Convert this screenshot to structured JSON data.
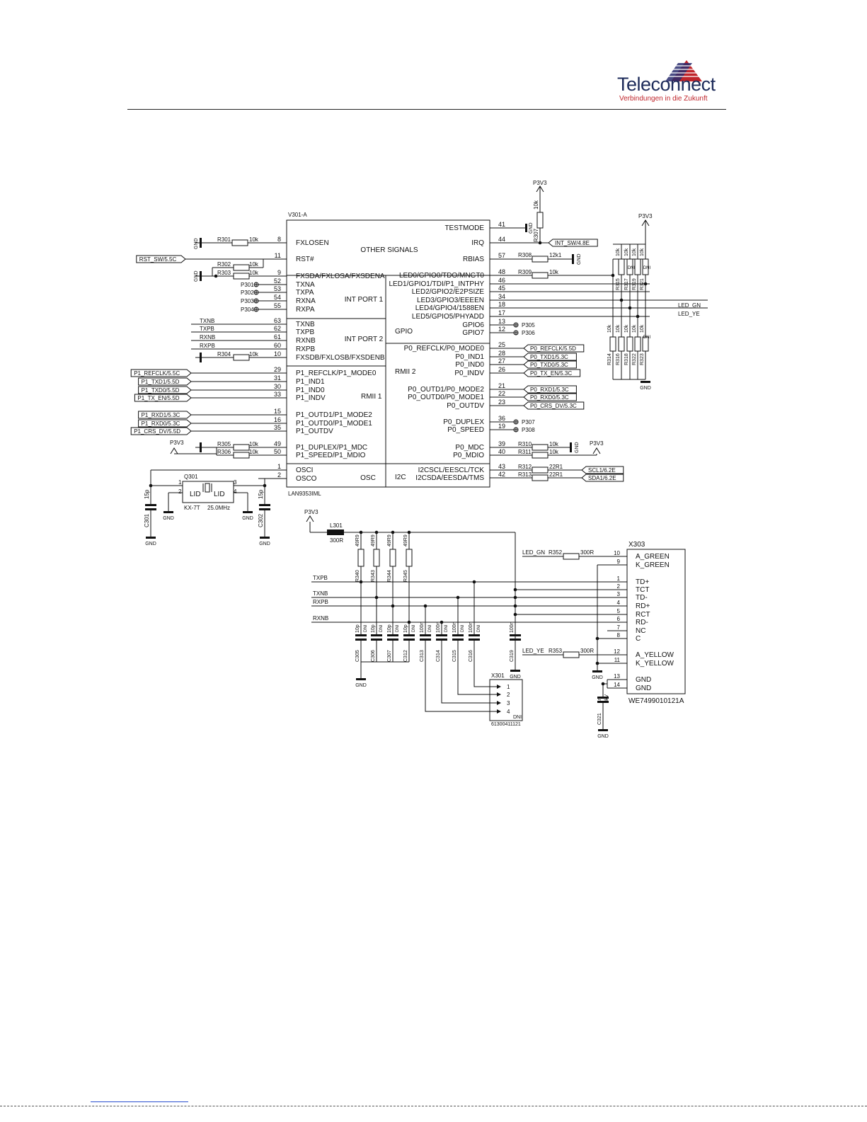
{
  "header": {
    "company": "Teleconnect",
    "tagline": "Verbindungen in die Zukunft"
  },
  "chip": {
    "ref": "V301-A",
    "part": "LAN9353IML",
    "sections": {
      "other": "OTHER SIGNALS",
      "int1": "INT PORT 1",
      "int2": "INT PORT 2",
      "gpio": "GPIO",
      "rmii2": "RMII 2",
      "rmii1": "RMII 1",
      "osc": "OSC",
      "i2c": "I2C"
    },
    "left_pins": [
      {
        "name": "FXLOSEN",
        "num": "8"
      },
      {
        "name": "RST#",
        "num": "11"
      },
      {
        "name": "FXSDA/FXLOSA/FXSDENA",
        "num": "9"
      },
      {
        "name": "TXNA",
        "num": "52"
      },
      {
        "name": "TXPA",
        "num": "53"
      },
      {
        "name": "RXNA",
        "num": "54"
      },
      {
        "name": "RXPA",
        "num": "55"
      },
      {
        "name": "TXNB",
        "num": "63"
      },
      {
        "name": "TXPB",
        "num": "62"
      },
      {
        "name": "RXNB",
        "num": "61"
      },
      {
        "name": "RXPB",
        "num": "60"
      },
      {
        "name": "FXSDB/FXLOSB/FXSDENB",
        "num": "10"
      },
      {
        "name": "P1_REFCLK/P1_MODE0",
        "num": "29"
      },
      {
        "name": "P1_IND1",
        "num": "31"
      },
      {
        "name": "P1_IND0",
        "num": "30"
      },
      {
        "name": "P1_INDV",
        "num": "33"
      },
      {
        "name": "P1_OUTD1/P1_MODE2",
        "num": "15"
      },
      {
        "name": "P1_OUTD0/P1_MODE1",
        "num": "16"
      },
      {
        "name": "P1_OUTDV",
        "num": "35"
      },
      {
        "name": "P1_DUPLEX/P1_MDC",
        "num": "49"
      },
      {
        "name": "P1_SPEED/P1_MDIO",
        "num": "50"
      },
      {
        "name": "OSCI",
        "num": "1"
      },
      {
        "name": "OSCO",
        "num": "2"
      }
    ],
    "right_pins": [
      {
        "name": "TESTMODE",
        "num": "41"
      },
      {
        "name": "IRQ",
        "num": "44"
      },
      {
        "name": "RBIAS",
        "num": "57"
      },
      {
        "name": "LED0/GPIO0/TDO/MNGT0",
        "num": "48"
      },
      {
        "name": "LED1/GPIO1/TDI/P1_INTPHY",
        "num": "46"
      },
      {
        "name": "LED2/GPIO2/E2PSIZE",
        "num": "45"
      },
      {
        "name": "LED3/GPIO3/EEEEN",
        "num": "34"
      },
      {
        "name": "LED4/GPIO4/1588EN",
        "num": "18"
      },
      {
        "name": "LED5/GPIO5/PHYADD",
        "num": "17"
      },
      {
        "name": "GPIO6",
        "num": "13"
      },
      {
        "name": "GPIO7",
        "num": "12"
      },
      {
        "name": "P0_REFCLK/P0_MODE0",
        "num": "25"
      },
      {
        "name": "P0_IND1",
        "num": "28"
      },
      {
        "name": "P0_IND0",
        "num": "27"
      },
      {
        "name": "P0_INDV",
        "num": "26"
      },
      {
        "name": "P0_OUTD1/P0_MODE2",
        "num": "21"
      },
      {
        "name": "P0_OUTD0/P0_MODE1",
        "num": "22"
      },
      {
        "name": "P0_OUTDV",
        "num": "23"
      },
      {
        "name": "P0_DUPLEX",
        "num": "36"
      },
      {
        "name": "P0_SPEED",
        "num": "19"
      },
      {
        "name": "P0_MDC",
        "num": "39"
      },
      {
        "name": "P0_MDIO",
        "num": "40"
      },
      {
        "name": "I2CSCL/EESCL/TCK",
        "num": "43"
      },
      {
        "name": "I2CSDA/EESDA/TMS",
        "num": "42"
      }
    ]
  },
  "left_flags": [
    {
      "text": "RST_SW/5.5C"
    },
    {
      "text": "P1_REFCLK/5.5C"
    },
    {
      "text": "P1_TXD1/5.5D"
    },
    {
      "text": "P1_TXD0/5.5D"
    },
    {
      "text": "P1_TX_EN/5.5D"
    },
    {
      "text": "P1_RXD1/5.3C"
    },
    {
      "text": "P1_RXD0/5.3C"
    },
    {
      "text": "P1_CRS_DV/5.5D"
    }
  ],
  "right_flags": [
    {
      "text": "INT_SW/4.8E"
    },
    {
      "text": "P0_REFCLK/5.5D"
    },
    {
      "text": "P0_TXD1/5.3C"
    },
    {
      "text": "P0_TXD0/5.3C"
    },
    {
      "text": "P0_TX_EN/5.3C"
    },
    {
      "text": "P0_RXD1/5.3C"
    },
    {
      "text": "P0_RXD0/5.3C"
    },
    {
      "text": "P0_CRS_DV/5.3C"
    },
    {
      "text": "SCL1/6.2E"
    },
    {
      "text": "SDA1/6.2E"
    }
  ],
  "resistors": [
    {
      "ref": "R301",
      "val": "10k"
    },
    {
      "ref": "R302",
      "val": "10k"
    },
    {
      "ref": "R303",
      "val": "10k"
    },
    {
      "ref": "R304",
      "val": "10k"
    },
    {
      "ref": "R305",
      "val": "10k"
    },
    {
      "ref": "R306",
      "val": "10k"
    },
    {
      "ref": "R308",
      "val": "12k1"
    },
    {
      "ref": "R309",
      "val": "10k"
    },
    {
      "ref": "R310",
      "val": "10k"
    },
    {
      "ref": "R311",
      "val": "10k"
    },
    {
      "ref": "R312",
      "val": "22R1"
    },
    {
      "ref": "R313",
      "val": "22R1"
    },
    {
      "ref": "R352",
      "val": "300R"
    },
    {
      "ref": "R353",
      "val": "300R"
    }
  ],
  "test_points": [
    "P301",
    "P302",
    "P303",
    "P304",
    "P305",
    "P306",
    "P307",
    "P308"
  ],
  "nets": {
    "p3v3": "P3V3",
    "gnd": "GND",
    "led_gn": "LED_GN",
    "led_ye": "LED_YE",
    "txnb": "TXNB",
    "txpb": "TXPB",
    "rxnb": "RXNB",
    "rxpb": "RXPB"
  },
  "crystal": {
    "ref": "Q301",
    "type": "KX-7T",
    "freq": "25.0MHz",
    "lid": "LID",
    "caps": [
      {
        "ref": "C301",
        "val": "15p"
      },
      {
        "ref": "C302",
        "val": "15p"
      }
    ]
  },
  "magnetics": {
    "inductor": {
      "ref": "L301",
      "val": "300R"
    },
    "terminations": [
      {
        "ref": "R340",
        "val": "49R9"
      },
      {
        "ref": "R343",
        "val": "49R9"
      },
      {
        "ref": "R344",
        "val": "49R9"
      },
      {
        "ref": "R345",
        "val": "49R9"
      }
    ],
    "caps": [
      {
        "ref": "C305",
        "val": "10p",
        "dni": "DNI"
      },
      {
        "ref": "C306",
        "val": "10p",
        "dni": "DNI"
      },
      {
        "ref": "C307",
        "val": "10p",
        "dni": "DNI"
      },
      {
        "ref": "C312",
        "val": "10p",
        "dni": "DNI"
      },
      {
        "ref": "C313",
        "val": "100n",
        "dni": "DNI"
      },
      {
        "ref": "C314",
        "val": "100n",
        "dni": "DNI"
      },
      {
        "ref": "C315",
        "val": "100n",
        "dni": "DNI"
      },
      {
        "ref": "C316",
        "val": "100n",
        "dni": "DNI"
      },
      {
        "ref": "C319",
        "val": "100n",
        "dni": ""
      }
    ],
    "c321": {
      "ref": "C321",
      "val": "1n",
      "rating": "3kV"
    }
  },
  "header_x301": {
    "ref": "X301",
    "dni": "DNI",
    "part": "61300411121",
    "pins": [
      "1",
      "2",
      "3",
      "4"
    ]
  },
  "connector": {
    "ref": "X303",
    "part": "WE7499010121A",
    "pins": [
      {
        "num": "10",
        "name": "A_GREEN"
      },
      {
        "num": "9",
        "name": "K_GREEN"
      },
      {
        "num": "1",
        "name": "TD+"
      },
      {
        "num": "2",
        "name": "TCT"
      },
      {
        "num": "3",
        "name": "TD-"
      },
      {
        "num": "4",
        "name": "RD+"
      },
      {
        "num": "5",
        "name": "RCT"
      },
      {
        "num": "6",
        "name": "RD-"
      },
      {
        "num": "7",
        "name": "NC"
      },
      {
        "num": "8",
        "name": "C"
      },
      {
        "num": "12",
        "name": "A_YELLOW"
      },
      {
        "num": "11",
        "name": "K_YELLOW"
      },
      {
        "num": "13",
        "name": "GND"
      },
      {
        "num": "14",
        "name": "GND"
      }
    ]
  },
  "led_bank": {
    "top": [
      {
        "ref": "R315",
        "val": "10k",
        "dni": ""
      },
      {
        "ref": "R317",
        "val": "10k",
        "dni": "DNI"
      },
      {
        "ref": "R319",
        "val": "10k",
        "dni": ""
      },
      {
        "ref": "R320",
        "val": "10k",
        "dni": "DNI"
      },
      {
        "ref": "R321",
        "val": "10k",
        "dni": ""
      }
    ],
    "bottom": [
      {
        "ref": "R314",
        "val": "10k",
        "dni": ""
      },
      {
        "ref": "R316",
        "val": "10k",
        "dni": ""
      },
      {
        "ref": "R318",
        "val": "10k",
        "dni": ""
      },
      {
        "ref": "R322",
        "val": "10k",
        "dni": ""
      },
      {
        "ref": "R323",
        "val": "10k",
        "dni": "DNI"
      }
    ],
    "r307": {
      "ref": "R307",
      "val": "10k"
    }
  }
}
